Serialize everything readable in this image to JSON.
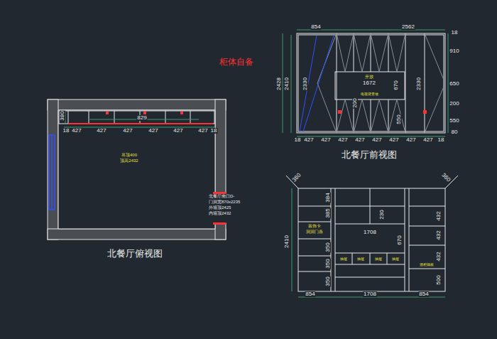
{
  "diagram": {
    "labels": [
      "柜体自备",
      "380",
      "829",
      "18",
      "427",
      "427",
      "427",
      "427",
      "427",
      "427",
      "18",
      "吊顶400",
      "顶高2432",
      "北餐厅南口D-",
      "门洞宽870x2235",
      "外墙顶2425",
      "内墙顶2432",
      "北餐厅俯视图",
      "854",
      "2562",
      "18",
      "910",
      "650",
      "200",
      "550",
      "80",
      "2428",
      "2410",
      "2330",
      "开放",
      "1672",
      "电视背景墙",
      "670",
      "200",
      "550",
      "2330",
      "18",
      "427",
      "427",
      "427",
      "427",
      "427",
      "427",
      "427",
      "427",
      "18",
      "北餐厅前视图",
      "360",
      "360",
      "2410",
      "384",
      "385",
      "350",
      "350",
      "350",
      "230",
      "670",
      "432",
      "432",
      "432",
      "500",
      "1708",
      "装饰卡",
      "洞洞门条",
      "抽屉",
      "抽屉",
      "抽屉",
      "抽屉",
      "酒柜隔板",
      "854",
      "1708",
      "854"
    ]
  }
}
